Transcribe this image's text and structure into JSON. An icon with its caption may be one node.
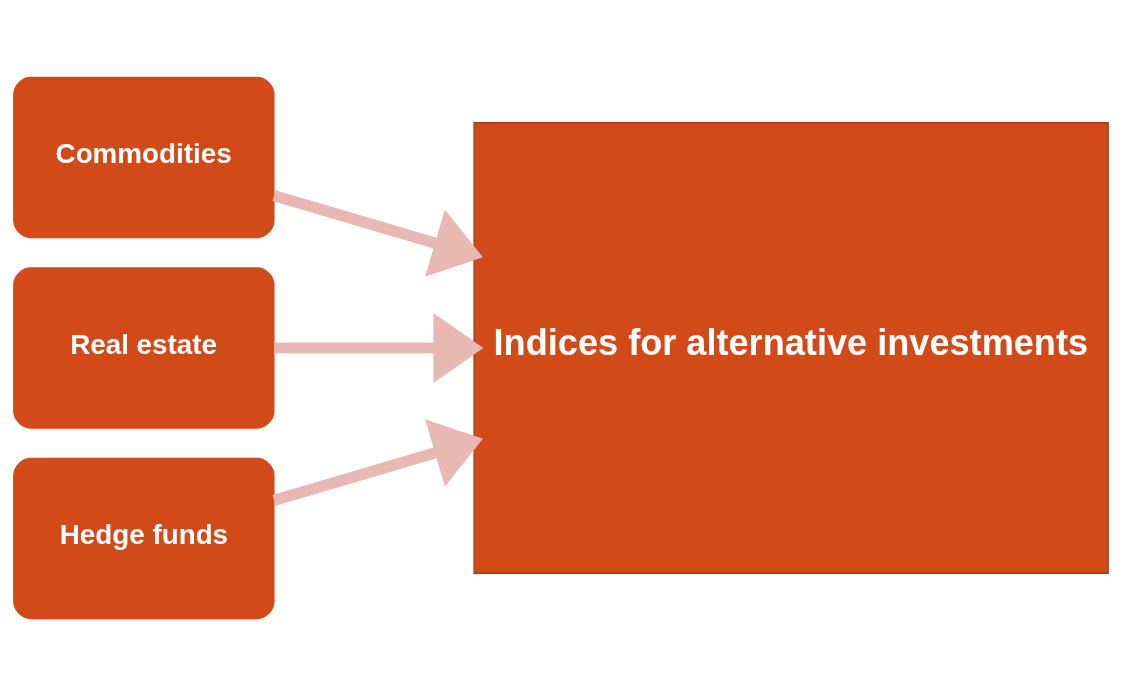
{
  "diagram": {
    "nodes": [
      {
        "text": [
          "Commodities"
        ]
      },
      {
        "text": [
          "Real estate"
        ]
      },
      {
        "text": [
          "Hedge funds"
        ]
      },
      {
        "text": [
          "Indices for alternative investments"
        ]
      }
    ],
    "edges": [
      {
        "from": 0,
        "to": 3,
        "arrow": "to"
      },
      {
        "from": 1,
        "to": 3,
        "arrow": "to"
      },
      {
        "from": 2,
        "to": 3,
        "arrow": "to"
      }
    ]
  }
}
